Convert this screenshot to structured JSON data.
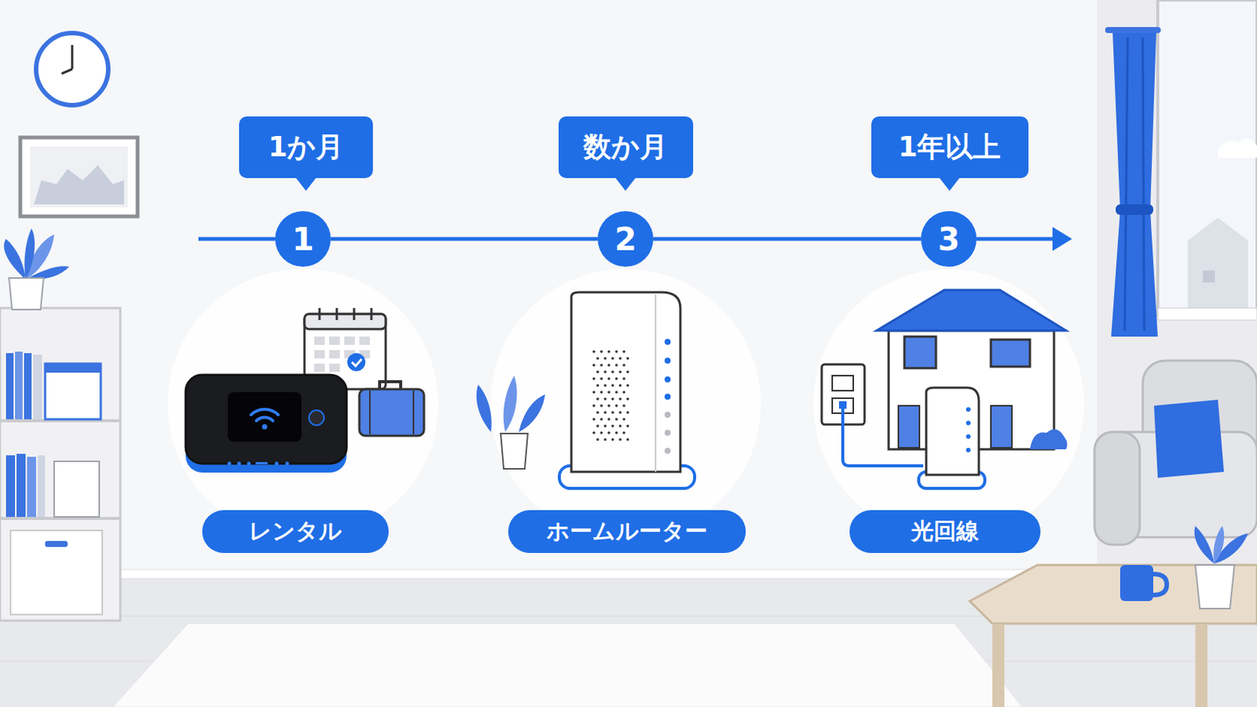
{
  "diagram": {
    "nodes": [
      {
        "text": [
          "1か月"
        ]
      },
      {
        "text": [
          "数か月"
        ]
      },
      {
        "text": [
          "1年以上"
        ]
      },
      {
        "text": [
          "1"
        ]
      },
      {
        "text": [
          "2"
        ]
      },
      {
        "text": [
          "3"
        ]
      },
      {
        "text": [
          "レンタル"
        ]
      },
      {
        "text": [
          "ホームルーター"
        ]
      },
      {
        "text": [
          "光回線"
        ]
      }
    ],
    "edges": [
      {
        "from": 3,
        "to": 4,
        "arrow": "none"
      },
      {
        "from": 4,
        "to": 5,
        "arrow": "none"
      }
    ]
  }
}
